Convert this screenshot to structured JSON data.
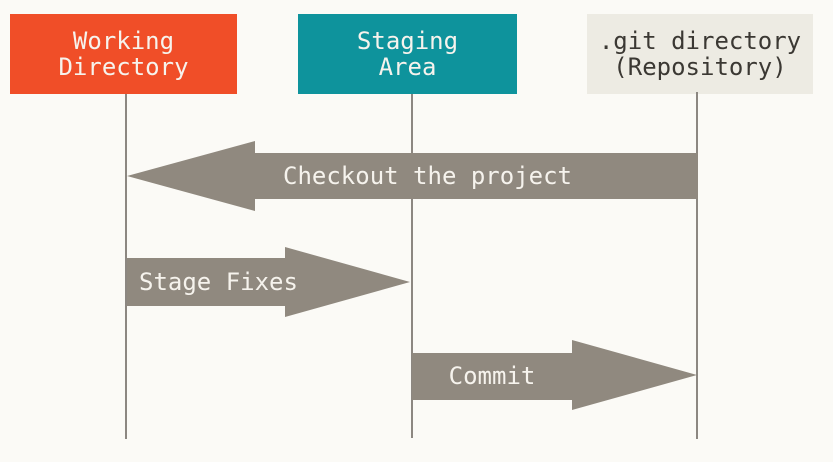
{
  "columns": [
    {
      "name": "working-directory",
      "label": "Working Directory",
      "label_lines": [
        "Working",
        "Directory"
      ],
      "fill": "#F04E28",
      "text_color": "#F6F3ED"
    },
    {
      "name": "staging-area",
      "label": "Staging Area",
      "label_lines": [
        "Staging",
        "Area"
      ],
      "fill": "#0E939C",
      "text_color": "#F6F3ED"
    },
    {
      "name": "git-directory",
      "label": ".git directory (Repository)",
      "label_lines": [
        ".git directory",
        "(Repository)"
      ],
      "fill": "#EDEBE3",
      "text_color": "#3B3833"
    }
  ],
  "arrows": [
    {
      "name": "checkout",
      "label": "Checkout the project",
      "direction": "left",
      "from": "git-directory",
      "to": "working-directory"
    },
    {
      "name": "stage-fixes",
      "label": "Stage Fixes",
      "direction": "right",
      "from": "working-directory",
      "to": "staging-area"
    },
    {
      "name": "commit",
      "label": "Commit",
      "direction": "right",
      "from": "staging-area",
      "to": "git-directory"
    }
  ],
  "colors": {
    "background": "#FBFAF6",
    "arrow": "#90897F",
    "lifeline": "#8C8781",
    "working_directory_fill": "#F04E28",
    "staging_area_fill": "#0E939C",
    "git_directory_fill": "#EDEBE3",
    "light_text": "#F6F3ED",
    "dark_text": "#3B3833"
  }
}
